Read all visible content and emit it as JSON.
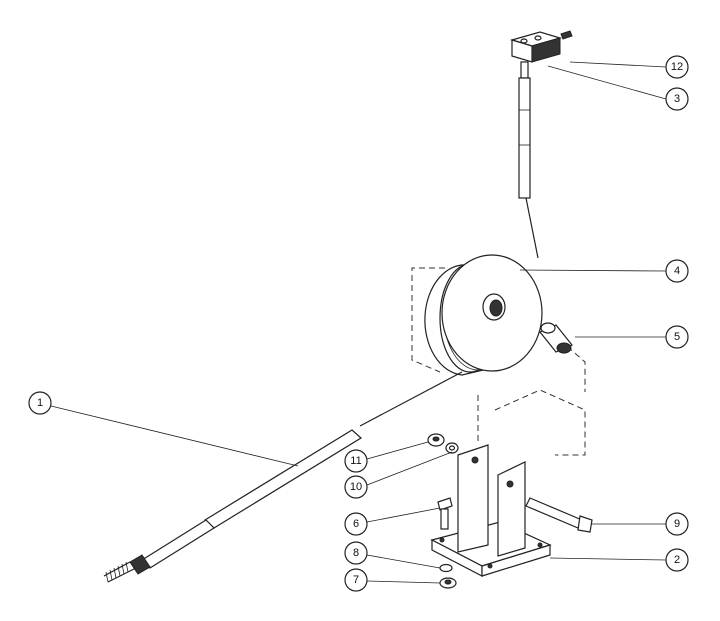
{
  "diagram": {
    "callouts": [
      {
        "id": "part-12",
        "label": "12"
      },
      {
        "id": "part-3",
        "label": "3"
      },
      {
        "id": "part-4",
        "label": "4"
      },
      {
        "id": "part-5",
        "label": "5"
      },
      {
        "id": "part-1",
        "label": "1"
      },
      {
        "id": "part-11",
        "label": "11"
      },
      {
        "id": "part-10",
        "label": "10"
      },
      {
        "id": "part-6",
        "label": "6"
      },
      {
        "id": "part-9",
        "label": "9"
      },
      {
        "id": "part-8",
        "label": "8"
      },
      {
        "id": "part-2",
        "label": "2"
      },
      {
        "id": "part-7",
        "label": "7"
      }
    ]
  }
}
